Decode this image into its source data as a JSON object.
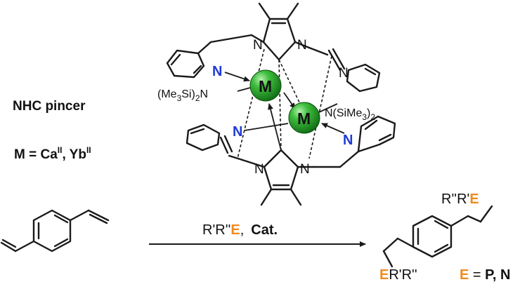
{
  "labels": {
    "title": "NHC pincer",
    "metal_prefix": "M = Ca",
    "metal_ox1": "II",
    "metal_sep": ", Yb",
    "metal_ox2": "II"
  },
  "complex": {
    "metal_symbol": "M",
    "donor_atom": "N",
    "amide_left_a": "(Me",
    "amide_left_sub1": "3",
    "amide_left_b": "Si)",
    "amide_left_sub2": "2",
    "amide_left_c": "N",
    "amide_right_a": "N(SiMe",
    "amide_right_sub1": "3",
    "amide_right_b": ")",
    "amide_right_sub2": "2"
  },
  "reaction": {
    "reagent_prefix": "R'R''",
    "reagent_element": "E",
    "reagent_sep": ",",
    "catalyst": "Cat."
  },
  "product": {
    "top_group_prefix": "R''R'",
    "top_group_element": "E",
    "bottom_group_element": "E",
    "bottom_group_suffix": "R'R''",
    "legend_element": "E",
    "legend_equals": " = ",
    "legend_value": "P, N"
  },
  "colors": {
    "metal_sphere": "#2e9e2e",
    "nitrogen": "#1f3ad6",
    "element_highlight": "#f28a1e"
  }
}
